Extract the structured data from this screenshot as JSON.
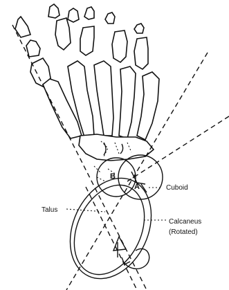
{
  "diagram": {
    "labels": {
      "cuboid": "Cuboid",
      "talus": "Talus",
      "calcaneus": "Calcaneus",
      "rotated": "(Rotated)",
      "point_a": "A",
      "point_b": "B"
    },
    "colors": {
      "ink": "#111111",
      "background": "#ffffff"
    }
  }
}
